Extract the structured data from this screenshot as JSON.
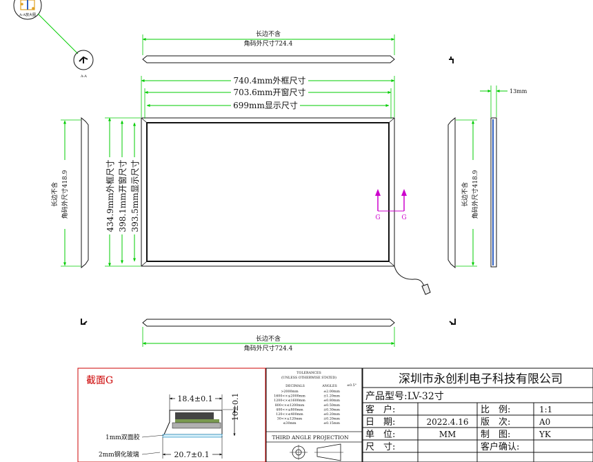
{
  "views": {
    "top": {
      "label_line1": "长边不含",
      "label_line2": "角码外尺寸724.4"
    },
    "bottom": {
      "label_line1": "长边不含",
      "label_line2": "角码外尺寸724.4"
    },
    "left": {
      "label_line1": "长边不含",
      "label_line2": "角码外尺寸418.9"
    },
    "right": {
      "label_line1": "长边不含",
      "label_line2": "角码外尺寸418.9"
    },
    "detail": {
      "caption": "A-A放大图",
      "marker": "A-A"
    }
  },
  "front": {
    "frame_w": "740.4mm外框尺寸",
    "window_w": "703.6mm开窗尺寸",
    "display_w": "699mm显示尺寸",
    "frame_h": "434.9mm外框尺寸",
    "window_h": "398.1mm开窗尺寸",
    "display_h": "393.5mm显示尺寸",
    "section_mark_left": "G",
    "section_mark_right": "G"
  },
  "side": {
    "thickness": "13mm"
  },
  "section": {
    "title": "截面G",
    "width_top": "18.4±0.1",
    "height": "10±0.1",
    "width_bottom": "20.7±0.1",
    "label_tape": "1mm双面胶",
    "label_glass": "2mm钢化玻璃"
  },
  "tolerances": {
    "title": "TOLERANCES",
    "subtitle": "(UNLESS OTHERWISE STATED)",
    "col1": "DECIMALS",
    "col2": "ANGLES",
    "angle_val": "±0.5°",
    "rows": [
      {
        "range": ">2000mm",
        "tol": "±2.00mm"
      },
      {
        "range": "1600<×≤2000mm",
        "tol": "±1.20mm"
      },
      {
        "range": "1200<×≤1600mm",
        "tol": "±0.80mm"
      },
      {
        "range": "800<×≤1200mm",
        "tol": "±0.50mm"
      },
      {
        "range": "400<×≤800mm",
        "tol": "±0.30mm"
      },
      {
        "range": "120<×≤400mm",
        "tol": "±0.20mm"
      },
      {
        "range": "30<×≤120mm",
        "tol": "±0.20mm"
      },
      {
        "range": "≤30mm",
        "tol": "±0.15mm"
      }
    ],
    "projection": "THIRD ANGLE PROJECTION"
  },
  "title_block": {
    "company": "深圳市永创利电子科技有限公司",
    "product": "产品型号:LV-32寸",
    "customer_label": "客　户:",
    "date_label": "日　期:",
    "date": "2022.4.16",
    "unit_label": "单　位:",
    "unit": "MM",
    "size_label": "尺　寸:",
    "scale_label": "比　例:",
    "scale": "1:1",
    "version_label": "版　次:",
    "version": "A0",
    "drawn_label": "制　图:",
    "drawn": "YK",
    "confirm_label": "客户确认:"
  }
}
